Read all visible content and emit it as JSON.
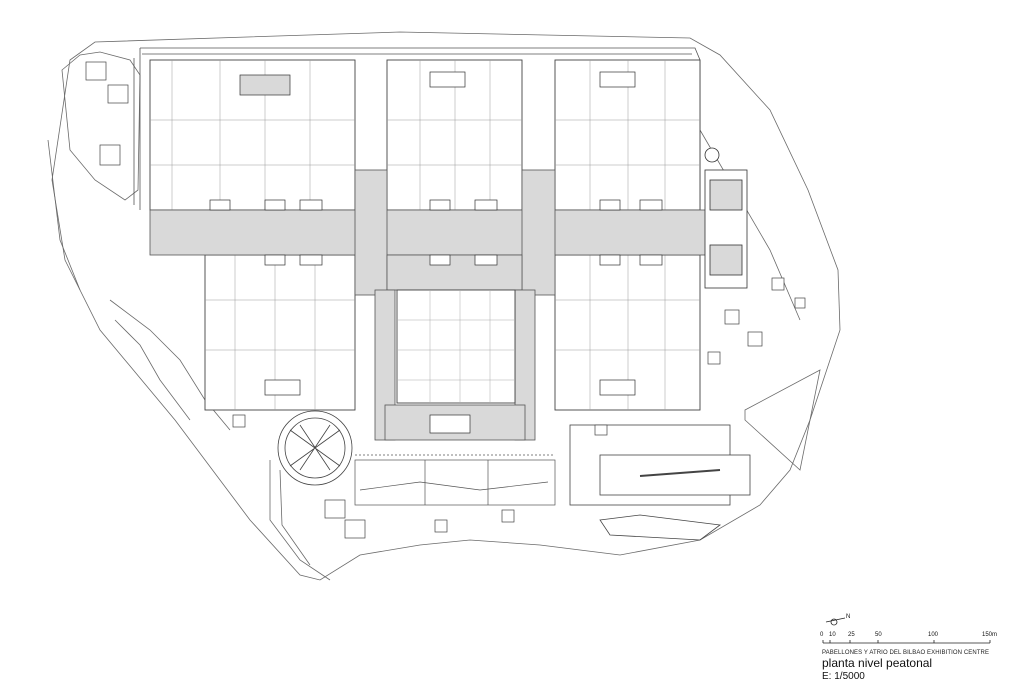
{
  "drawing": {
    "subtitle": "PABELLONES Y ATRIO DEL BILBAO EXHIBITION CENTRE",
    "title": "planta nivel peatonal",
    "scale": "E: 1/5000"
  },
  "north_arrow": {
    "label": "N"
  },
  "scale_bar": {
    "ticks": [
      "0",
      "10",
      "25",
      "50",
      "100",
      "150m"
    ]
  },
  "colors": {
    "line": "#555555",
    "fill_gray": "#d9d9d9",
    "background": "#ffffff"
  }
}
